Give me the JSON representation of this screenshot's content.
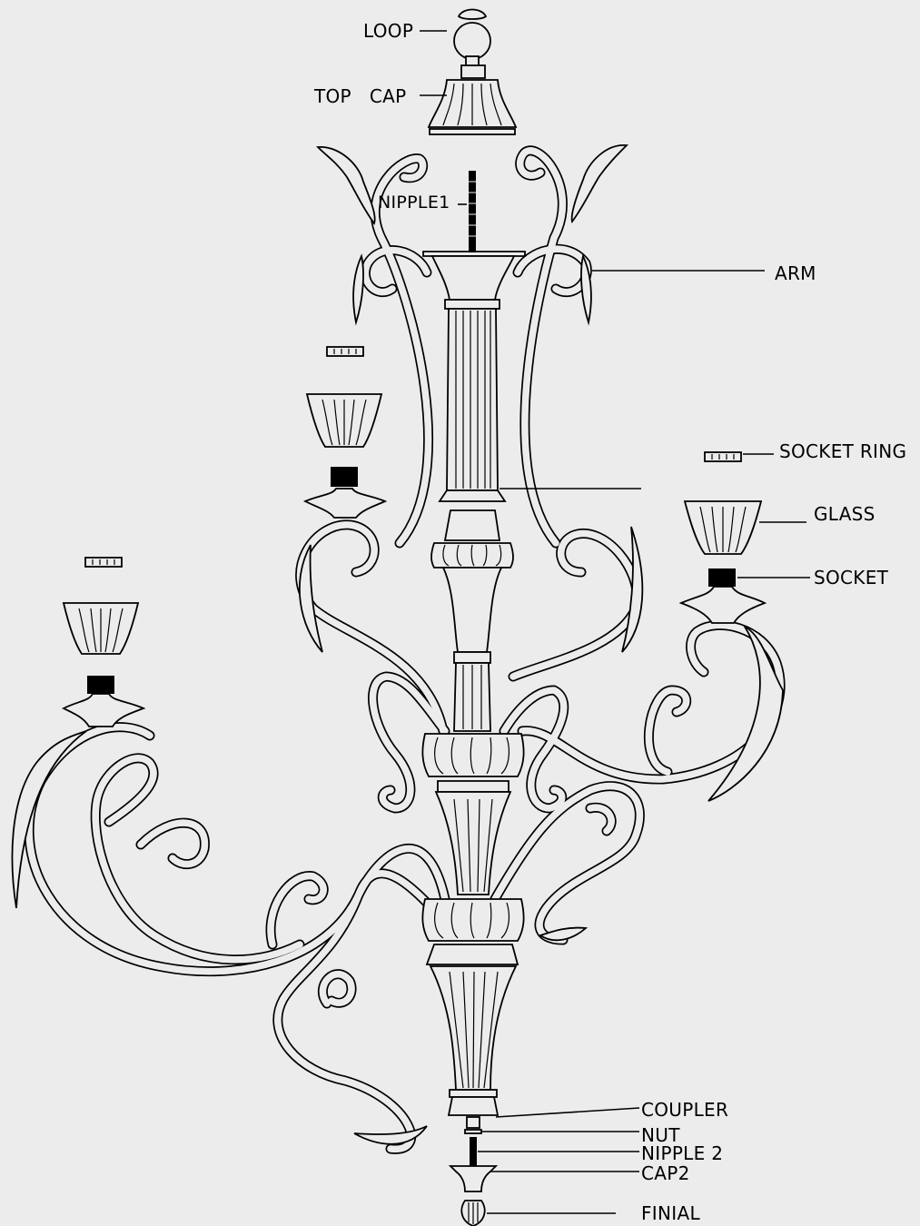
{
  "labels": {
    "loop": "LOOP",
    "top_cap": "TOP   CAP",
    "nipple1": "NIPPLE1",
    "arm": "ARM",
    "socket_ring": "SOCKET RING",
    "glass": "GLASS",
    "socket": "SOCKET",
    "coupler": "COUPLER",
    "nut": "NUT",
    "nipple2": "NIPPLE 2",
    "cap2": "CAP2",
    "finial": "FINIAL"
  },
  "colors": {
    "background": "#ececec",
    "line": "#000000"
  }
}
